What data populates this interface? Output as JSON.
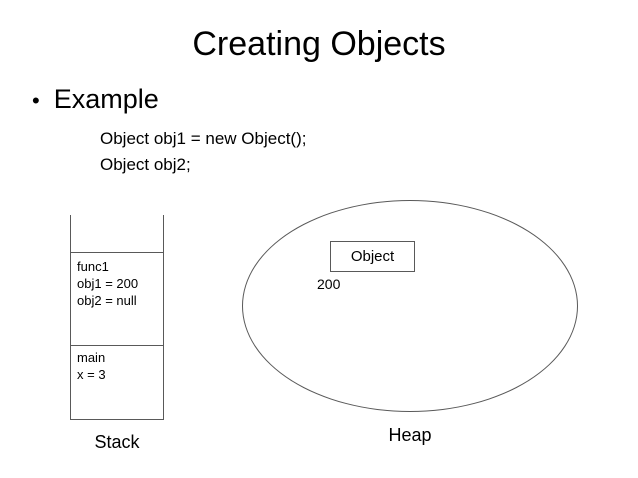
{
  "slide": {
    "title": "Creating Objects",
    "background_color": "#ffffff",
    "text_color": "#000000",
    "line_color": "#595959"
  },
  "body": {
    "bullet_marker": "•",
    "bullet_label": "Example",
    "code_lines": [
      "Object obj1 = new Object();",
      "Object obj2;"
    ]
  },
  "diagram": {
    "stack": {
      "label": "Stack",
      "frames": [
        {
          "name": "empty-top",
          "lines": []
        },
        {
          "name": "func1",
          "lines": [
            "func1",
            "obj1 = 200",
            "obj2 = null"
          ]
        },
        {
          "name": "main",
          "lines": [
            "main",
            "x = 3"
          ]
        }
      ]
    },
    "heap": {
      "label": "Heap",
      "object_box_label": "Object",
      "address_label": "200"
    }
  }
}
